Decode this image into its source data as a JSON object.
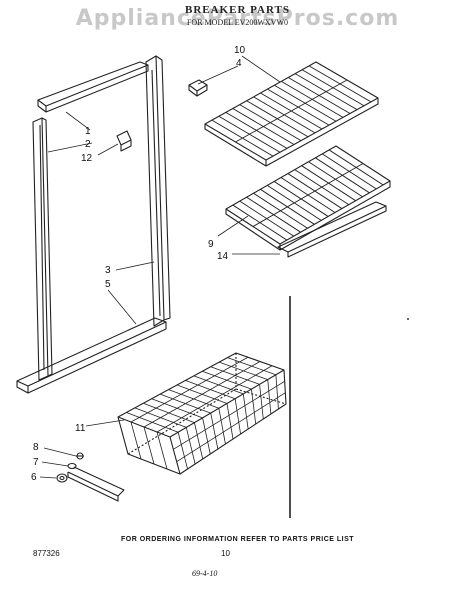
{
  "watermark": "AppliancePartsPros.com",
  "header": {
    "title": "BREAKER PARTS",
    "subtitle": "FOR MODEL EV200WXVW0"
  },
  "callouts": {
    "c10": "10",
    "c4": "4",
    "c1": "1",
    "c2": "2",
    "c12": "12",
    "c9": "9",
    "c14": "14",
    "c3": "3",
    "c5": "5",
    "c11": "11",
    "c8": "8",
    "c7": "7",
    "c6": "6"
  },
  "footer": {
    "note": "FOR ORDERING INFORMATION REFER TO PARTS PRICE LIST",
    "doc_number": "877326",
    "page_number": "10",
    "date_mark": "69-4-10"
  }
}
